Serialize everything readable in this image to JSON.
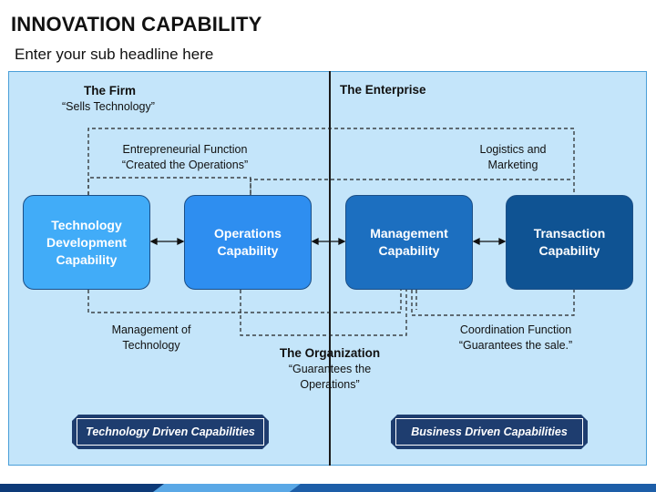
{
  "header": {
    "title": "INNOVATION CAPABILITY",
    "subtitle": "Enter your sub headline here"
  },
  "sections": {
    "firm": {
      "title": "The Firm",
      "quote": "“Sells Technology”"
    },
    "enterprise": {
      "title": "The Enterprise"
    },
    "organization": {
      "title": "The Organization",
      "quote_line1": "“Guarantees the",
      "quote_line2": "Operations”"
    }
  },
  "functions": {
    "entrepreneurial": {
      "line1": "Entrepreneurial Function",
      "line2": "“Created the Operations”"
    },
    "logistics": {
      "line1": "Logistics and",
      "line2": "Marketing"
    },
    "management_tech": {
      "line1": "Management of",
      "line2": "Technology"
    },
    "coordination": {
      "line1": "Coordination Function",
      "line2": "“Guarantees the sale.”"
    }
  },
  "boxes": [
    {
      "label": "Technology Development Capability",
      "color": "#41acf8"
    },
    {
      "label": "Operations Capability",
      "color": "#2e8ef0"
    },
    {
      "label": "Management Capability",
      "color": "#1c6fc0"
    },
    {
      "label": "Transaction Capability",
      "color": "#0f5393"
    }
  ],
  "badges": {
    "left": "Technology Driven Capabilities",
    "right": "Business Driven Capabilities"
  },
  "colors": {
    "panel_bg": "#c4e5fa",
    "panel_border": "#4a9fd8",
    "badge_bg": "#1e3d6f",
    "bottom_bar_dark": "#0d3a78",
    "bottom_bar_light": "#5aa8e6"
  }
}
